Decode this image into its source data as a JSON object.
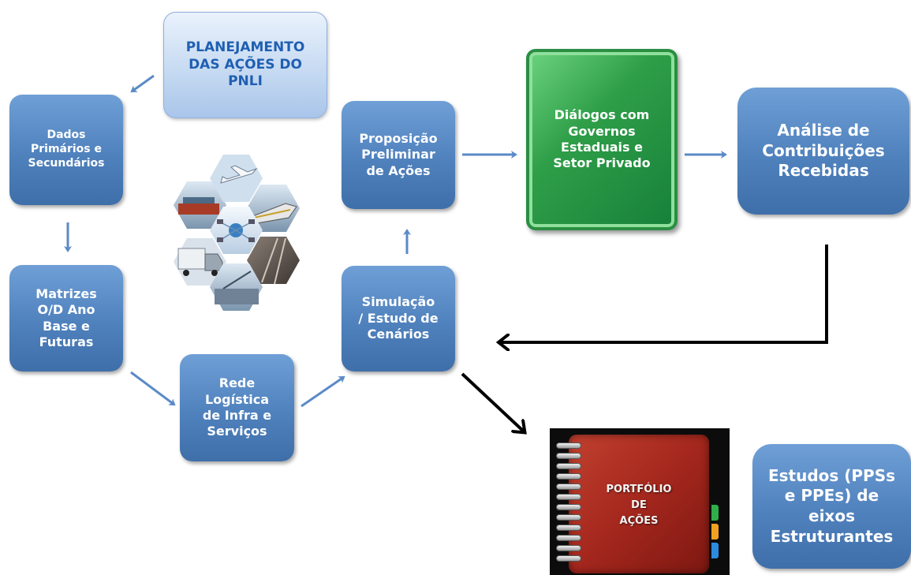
{
  "nodes": {
    "planejamento": "PLANEJAMENTO\nDAS AÇÕES DO\nPNLI",
    "dados": "Dados\nPrimários e\nSecundários",
    "matrizes": "Matrizes\nO/D Ano\nBase e\nFuturas",
    "rede": "Rede\nLogística\nde Infra e\nServiços",
    "simulacao": "Simulação\n/ Estudo de\nCenários",
    "proposicao": "Proposição\nPreliminar\nde Ações",
    "dialogos": "Diálogos com\nGovernos\nEstaduais e\nSetor Privado",
    "analise": "Análise de\nContribuições\nRecebidas",
    "estudos": "Estudos (PPSs\ne PPEs) de\neixos\nEstruturantes"
  },
  "portfolio": {
    "title": "PORTFÓLIO\nDE\nAÇÕES"
  },
  "colors": {
    "box_blue": "#4f81bd",
    "box_green": "#16803a",
    "planning_text": "#1f5fb2",
    "arrow_blue": "#5b8ac6",
    "arrow_black": "#000000",
    "portfolio_red": "#a4271d"
  },
  "icons": {
    "transport_hexagons": [
      "ship-icon",
      "airplane-icon",
      "high-speed-train-icon",
      "network-hub-icon",
      "truck-icon",
      "railway-track-icon",
      "port-icon"
    ]
  }
}
